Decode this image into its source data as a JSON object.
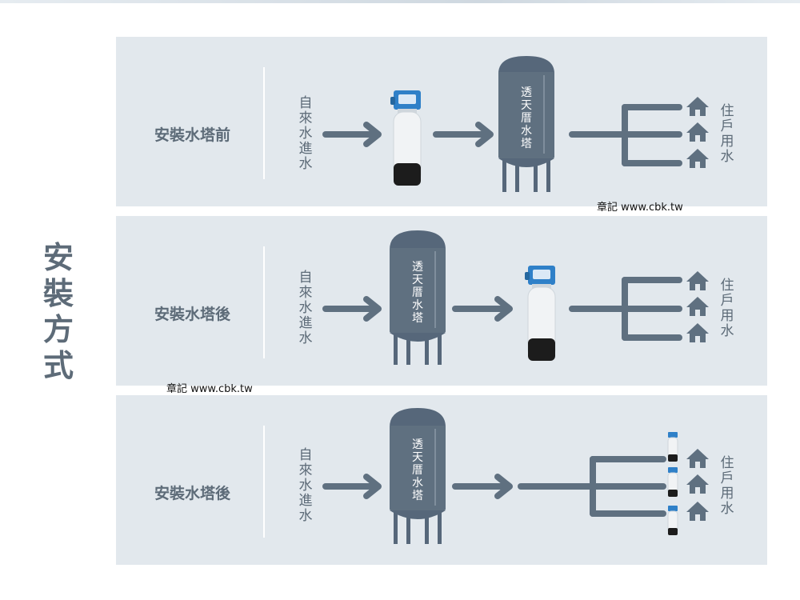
{
  "side_title": [
    "安",
    "裝",
    "方",
    "式"
  ],
  "watermarks": [
    "章記 www.cbk.tw",
    "章記 www.cbk.tw"
  ],
  "panels": [
    {
      "title": "安裝水塔前",
      "source": [
        "自",
        "來",
        "水",
        "進",
        "水"
      ],
      "tank": [
        "透",
        "天",
        "厝",
        "水",
        "塔"
      ],
      "dest": [
        "住",
        "戶",
        "用",
        "水"
      ]
    },
    {
      "title": "安裝水塔後",
      "source": [
        "自",
        "來",
        "水",
        "進",
        "水"
      ],
      "tank": [
        "透",
        "天",
        "厝",
        "水",
        "塔"
      ],
      "dest": [
        "住",
        "戶",
        "用",
        "水"
      ]
    },
    {
      "title": "安裝水塔後",
      "source": [
        "自",
        "來",
        "水",
        "進",
        "水"
      ],
      "tank": [
        "透",
        "天",
        "厝",
        "水",
        "塔"
      ],
      "dest": [
        "住",
        "戶",
        "用",
        "水"
      ]
    }
  ],
  "colors": {
    "panel_bg": "#e2e8ed",
    "pipe": "#5f7080",
    "tank": "#5f7080",
    "filter_body": "#f1f3f5",
    "filter_base": "#1c1c1c",
    "filter_head": "#2f80c8",
    "text": "#5d6b78"
  },
  "icons": [
    "arrow-right-icon",
    "water-tower-icon",
    "softener-filter-icon",
    "house-icon",
    "branch-pipe-icon"
  ]
}
